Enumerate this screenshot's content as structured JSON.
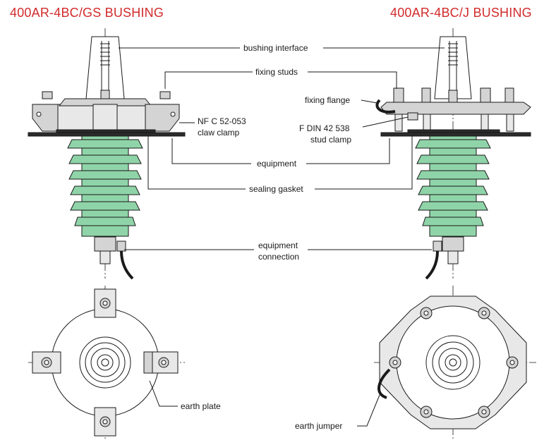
{
  "titles": {
    "left": "400AR-4BC/GS BUSHING",
    "right": "400AR-4BC/J BUSHING"
  },
  "labels": {
    "bushing_interface": "bushing interface",
    "fixing_studs": "fixing studs",
    "fixing_flange": "fixing flange",
    "claw_clamp_line1": "NF C 52-053",
    "claw_clamp_line2": "claw clamp",
    "stud_clamp_line1": "F DIN 42 538",
    "stud_clamp_line2": "stud clamp",
    "equipment": "equipment",
    "sealing_gasket": "sealing gasket",
    "equipment_connection_line1": "equipment",
    "equipment_connection_line2": "connection",
    "earth_plate": "earth plate",
    "earth_jumper": "earth jumper"
  },
  "colors": {
    "title": "#d22b2b",
    "insulator": "#8fd4a8",
    "metal": "#d4d4d4",
    "line": "#1a1a1a"
  }
}
